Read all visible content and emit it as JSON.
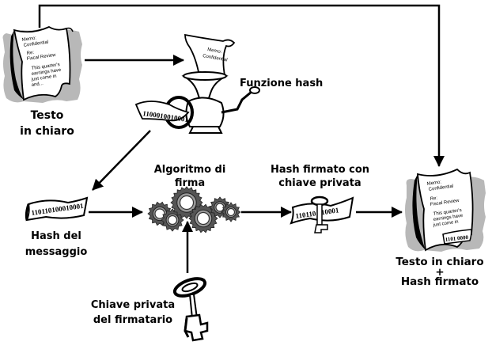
{
  "title": "Firma digitale: processo di firma",
  "labels": {
    "plaintext": [
      "Testo",
      "in chiaro"
    ],
    "hash_function": "Funzione hash",
    "message_hash": [
      "Hash del",
      "messaggio"
    ],
    "signing_algorithm": [
      "Algoritmo di",
      "firma"
    ],
    "signed_hash": [
      "Hash firmato con",
      "chiave privata"
    ],
    "private_key": [
      "Chiave privata",
      "del firmatario"
    ],
    "result": [
      "Testo in chiaro",
      "+",
      "Hash firmato"
    ]
  },
  "memo": {
    "line1": "Memo:",
    "line2": "Confidential",
    "line3": "Re:",
    "line4": "Fiscal Review",
    "line5": "This quarter's",
    "line6": "earnings have",
    "line7": "just come in",
    "line8": "and..."
  },
  "binary": {
    "grinder_output": "1100010010001",
    "message_hash": "110110100010001",
    "signed_hash": "110110 010001",
    "doc_stamp": "1101 0000"
  },
  "icons": {
    "plaintext_doc": "document-icon",
    "grinder": "meat-grinder-icon",
    "gears": "gears-icon",
    "key": "key-icon"
  },
  "colors": {
    "ink": "#000000",
    "shadow": "#b8b8b8",
    "paper": "#ffffff"
  }
}
